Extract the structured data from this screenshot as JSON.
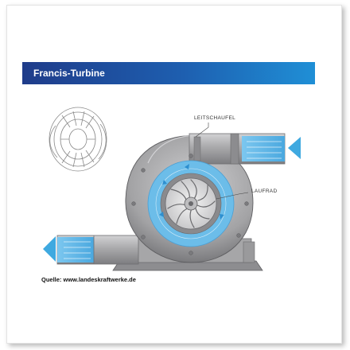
{
  "title": "Francis-Turbine",
  "labels": {
    "guide_vane": "LEITSCHAUFEL",
    "runner": "LAUFRAD"
  },
  "source": "Quelle: www.landeskraftwerke.de",
  "colors": {
    "title_bar_start": "#1f3c8a",
    "title_bar_end": "#1f8fd6",
    "water": "#5bb4e6",
    "casing": "#9a9a9c",
    "arrow": "#3fa9e0"
  }
}
